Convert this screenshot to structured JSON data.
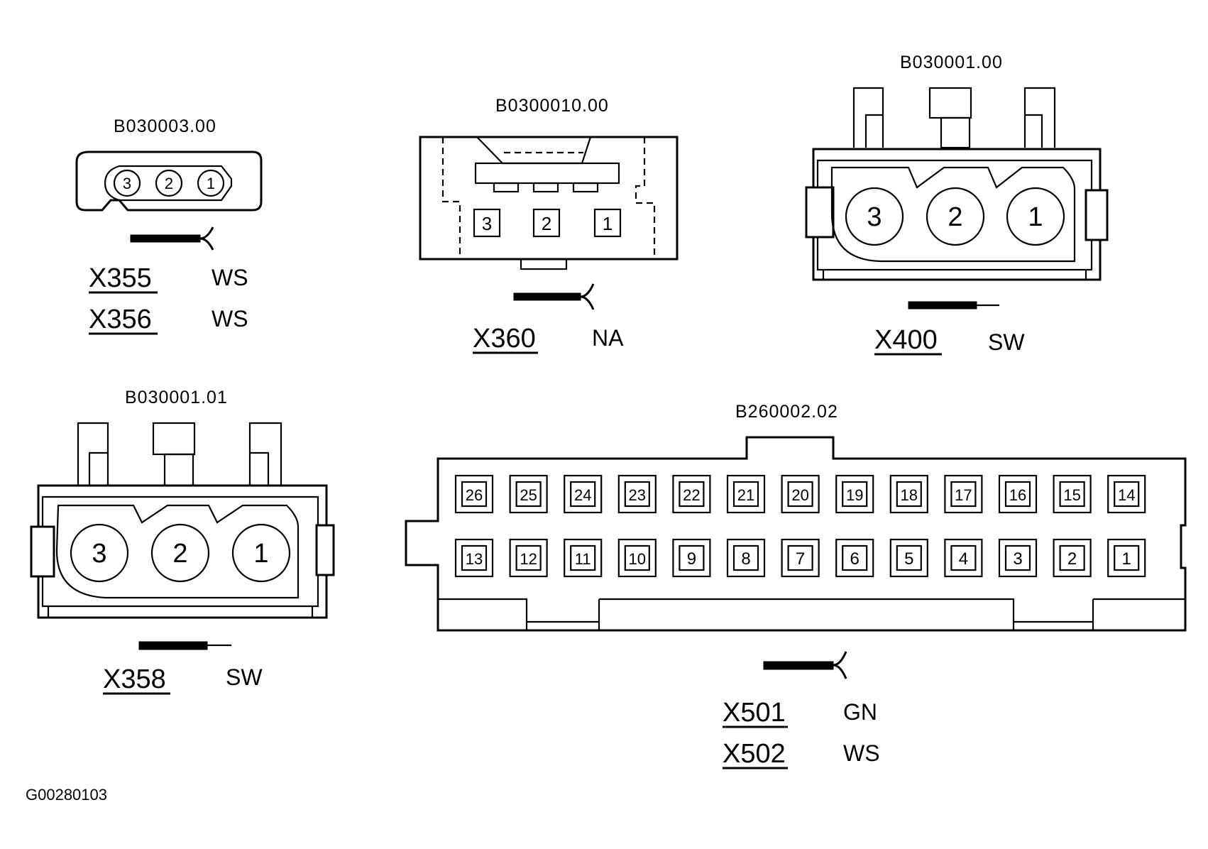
{
  "figure_id": "G00280103",
  "connectors": [
    {
      "part_number": "B030003.00",
      "pins": [
        "3",
        "2",
        "1"
      ],
      "labels": [
        {
          "name": "X355",
          "color": "WS"
        },
        {
          "name": "X356",
          "color": "WS"
        }
      ]
    },
    {
      "part_number": "B0300010.00",
      "pins": [
        "3",
        "2",
        "1"
      ],
      "labels": [
        {
          "name": "X360",
          "color": "NA"
        }
      ]
    },
    {
      "part_number": "B030001.00",
      "pins": [
        "3",
        "2",
        "1"
      ],
      "labels": [
        {
          "name": "X400",
          "color": "SW"
        }
      ]
    },
    {
      "part_number": "B030001.01",
      "pins": [
        "3",
        "2",
        "1"
      ],
      "labels": [
        {
          "name": "X358",
          "color": "SW"
        }
      ]
    },
    {
      "part_number": "B260002.02",
      "pins_top": [
        "26",
        "25",
        "24",
        "23",
        "22",
        "21",
        "20",
        "19",
        "18",
        "17",
        "16",
        "15",
        "14"
      ],
      "pins_bottom": [
        "13",
        "12",
        "11",
        "10",
        "9",
        "8",
        "7",
        "6",
        "5",
        "4",
        "3",
        "2",
        "1"
      ],
      "labels": [
        {
          "name": "X501",
          "color": "GN"
        },
        {
          "name": "X502",
          "color": "WS"
        }
      ]
    }
  ]
}
